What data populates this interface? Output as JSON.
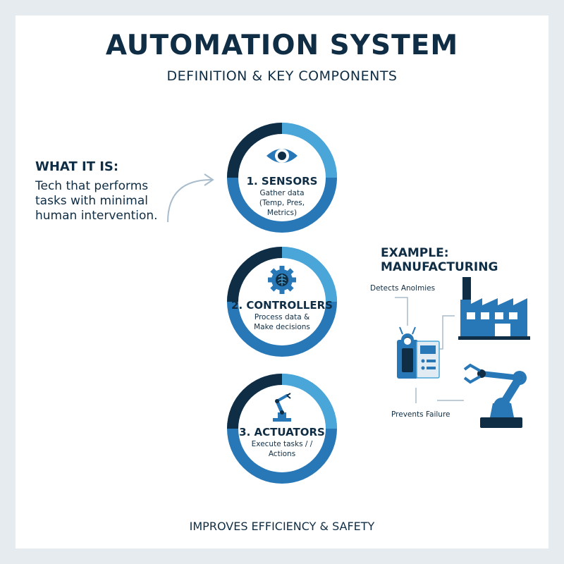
{
  "header": {
    "title": "AUTOMATION SYSTEM",
    "subtitle": "DEFINITION & KEY COMPONENTS"
  },
  "what_it_is": {
    "heading": "WHAT IT IS:",
    "text": "Tech that performs tasks with minimal human intervention."
  },
  "components": [
    {
      "title": "1. SENSORS",
      "desc": "Gather data (Temp, Pres, Metrics)",
      "icon": "eye-icon"
    },
    {
      "title": "2. CONTROLLERS",
      "desc": "Process data & Make decisions",
      "icon": "gear-brain-icon"
    },
    {
      "title": "3. ACTUATORS",
      "desc": "Execute tasks / / Actions",
      "icon": "robot-arm-icon"
    }
  ],
  "example": {
    "title": "EXAMPLE: MANUFACTURING",
    "detect_label": "Detects Anolmies",
    "prevent_label": "Prevents Failure"
  },
  "footer": "IMPROVES EFFICIENCY & SAFETY",
  "colors": {
    "navy": "#0f2d44",
    "blue": "#2878b8",
    "light_blue": "#4aa6d8",
    "background": "#e6ebef"
  }
}
